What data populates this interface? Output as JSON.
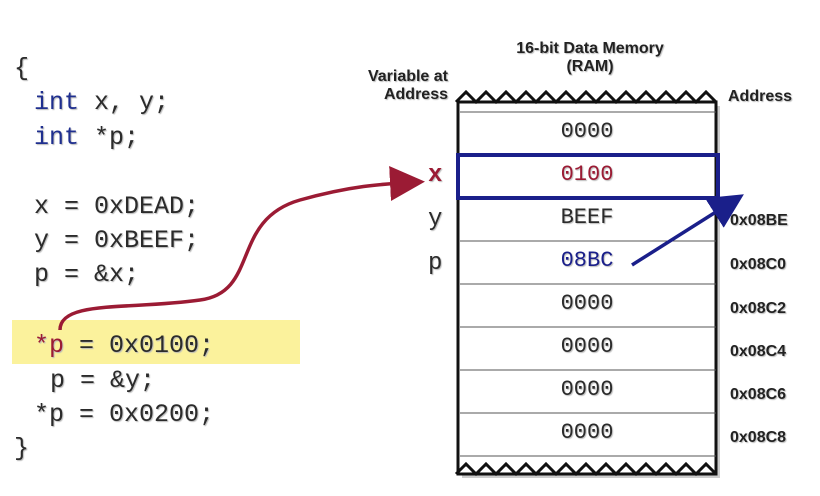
{
  "header": {
    "memory_title_line1": "16-bit Data Memory",
    "memory_title_line2": "(RAM)",
    "variable_at_line1": "Variable at",
    "variable_at_line2": "Address",
    "address_label": "Address"
  },
  "code": {
    "open_brace": "{",
    "line1_kw": "int",
    "line1_rest": " x, y;",
    "line2_kw": "int",
    "line2_rest": " *p;",
    "line3": "x = 0xDEAD;",
    "line4": "y = 0xBEEF;",
    "line5": "p = &x;",
    "line6_ptr": "*p",
    "line6_rest": " = 0x0100;",
    "line7": "p = &y;",
    "line8": "*p = 0x0200;",
    "close_brace": "}"
  },
  "memory": {
    "cells": [
      "0000",
      "0100",
      "BEEF",
      "08BC",
      "0000",
      "0000",
      "0000",
      "0000"
    ],
    "variables": {
      "x": "x",
      "y": "y",
      "p": "p"
    },
    "addresses": [
      "0x08BE",
      "0x08C0",
      "0x08C2",
      "0x08C4",
      "0x08C6",
      "0x08C8"
    ]
  },
  "colors": {
    "highlight": "#fbf29c",
    "pointer_red": "#9b1b34",
    "pointer_blue": "#1a1f8a",
    "keyword_blue": "#1f2f8f"
  }
}
